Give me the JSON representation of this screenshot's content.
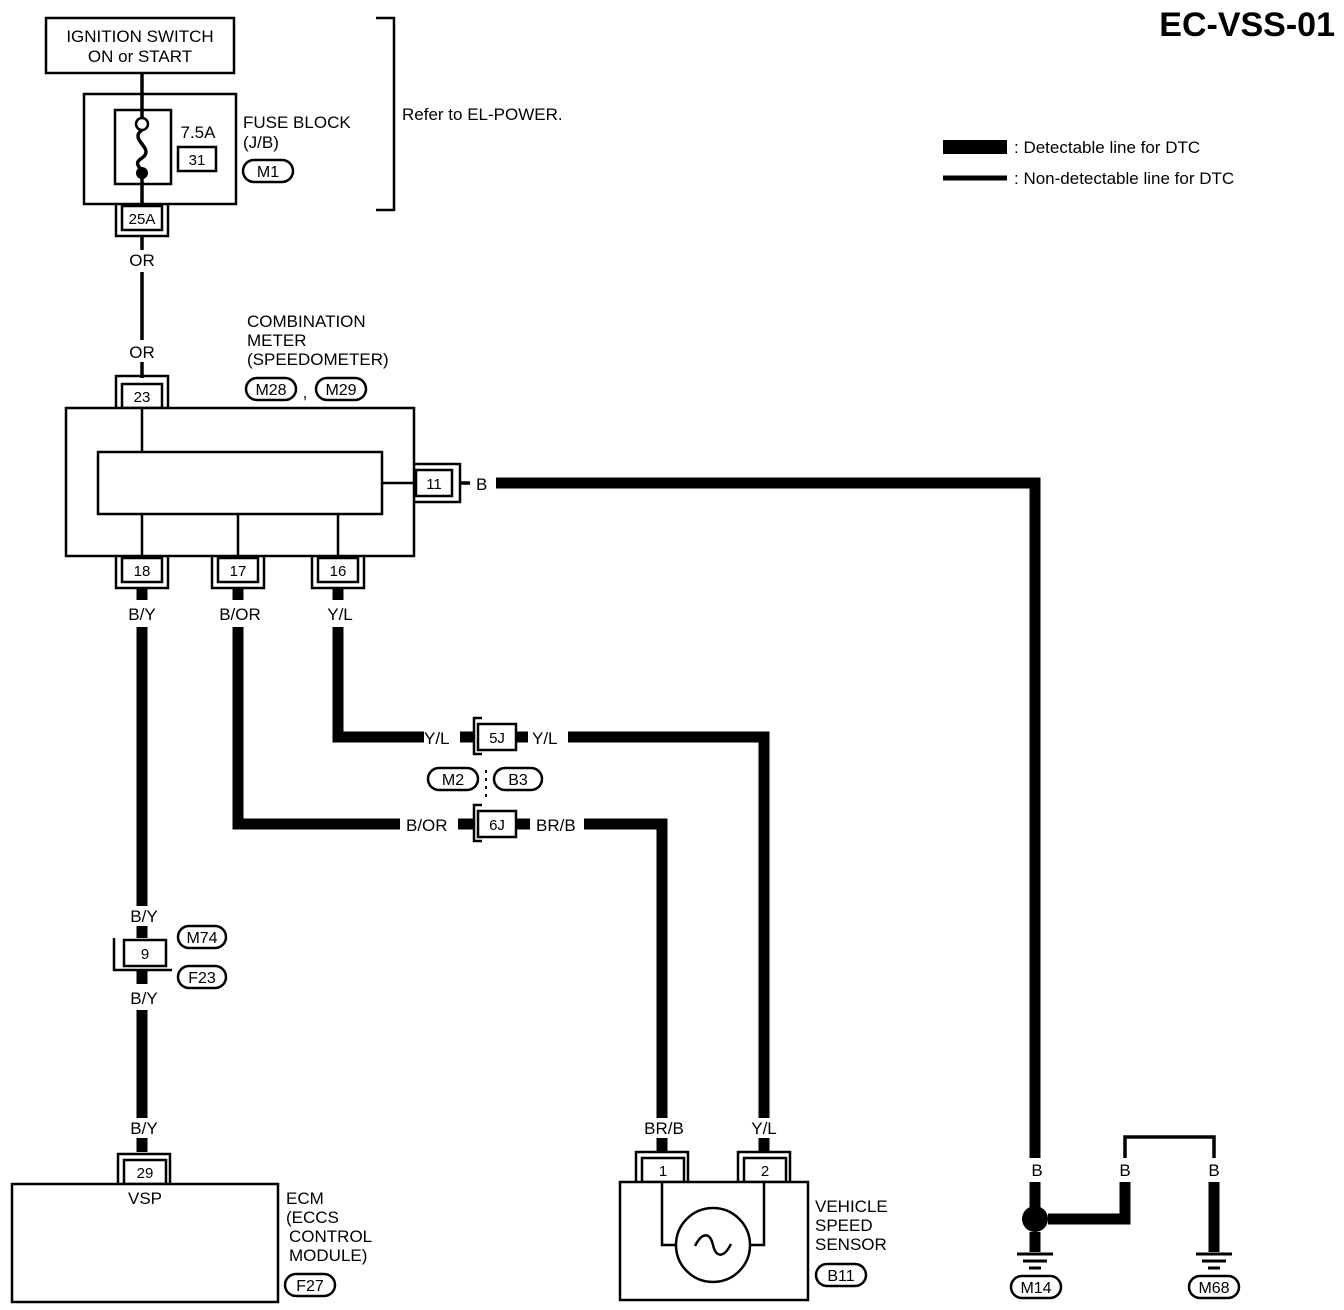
{
  "diagram_id": "EC-VSS-01",
  "ignition": {
    "line1": "IGNITION SWITCH",
    "line2": "ON or START"
  },
  "fuse": {
    "rating": "7.5A",
    "number": "31",
    "block_line1": "FUSE BLOCK",
    "block_line2": "(J/B)",
    "connector": "M1",
    "terminal": "25A"
  },
  "refer_note": "Refer to EL-POWER.",
  "legend": {
    "thick": ": Detectable line for DTC",
    "thin": ": Non-detectable line for DTC"
  },
  "meter": {
    "line1": "COMBINATION",
    "line2": "METER",
    "line3": "(SPEEDOMETER)",
    "conn1": "M28",
    "sep": ",",
    "conn2": "M29",
    "t23": "23",
    "t11": "11",
    "t18": "18",
    "t17": "17",
    "t16": "16"
  },
  "wires": {
    "or": "OR",
    "b": "B",
    "by": "B/Y",
    "bor": "B/OR",
    "yl": "Y/L",
    "brb": "BR/B"
  },
  "junction": {
    "t5": "5J",
    "t6": "6J",
    "conn_left": "M2",
    "conn_right": "B3"
  },
  "inline": {
    "term": "9",
    "conn_top": "M74",
    "conn_bottom": "F23"
  },
  "ecm": {
    "term": "29",
    "pin": "VSP",
    "line1": "ECM",
    "line2": "(ECCS",
    "line3": "CONTROL",
    "line4": "MODULE)",
    "connector": "F27"
  },
  "sensor": {
    "t1": "1",
    "t2": "2",
    "line1": "VEHICLE",
    "line2": "SPEED",
    "line3": "SENSOR",
    "connector": "B11"
  },
  "grounds": {
    "g1": "M14",
    "g2": "M68"
  }
}
